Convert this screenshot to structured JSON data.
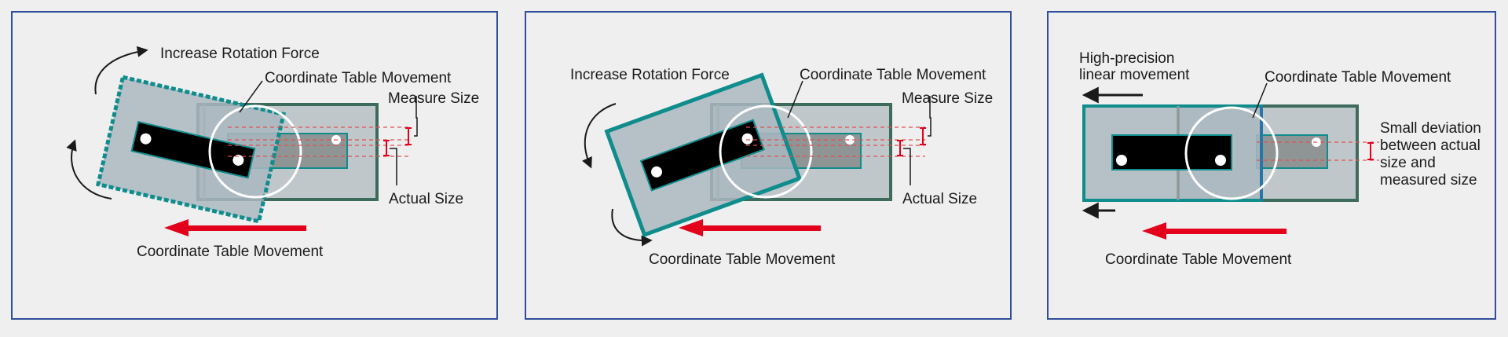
{
  "panels": [
    {
      "labels": {
        "rotation_force": "Increase Rotation Force",
        "table_movement_top": "Coordinate Table Movement",
        "measure_size": "Measure Size",
        "actual_size": "Actual Size",
        "table_movement_bottom": "Coordinate Table Movement"
      }
    },
    {
      "labels": {
        "rotation_force": "Increase Rotation Force",
        "table_movement_top": "Coordinate Table Movement",
        "measure_size": "Measure Size",
        "actual_size": "Actual Size",
        "table_movement_bottom": "Coordinate Table Movement"
      }
    },
    {
      "labels": {
        "linear_movement_line1": "High-precision",
        "linear_movement_line2": "linear movement",
        "table_movement_top": "Coordinate Table Movement",
        "deviation_line1": "Small deviation",
        "deviation_line2": "between actual",
        "deviation_line3": "size and",
        "deviation_line4": "measured size",
        "table_movement_bottom": "Coordinate Table Movement"
      }
    }
  ],
  "colors": {
    "panel_border": "#2f4f9a",
    "panel_bg": "#efefef",
    "teal": "#0f8c8c",
    "dark_green": "#3d6b5c",
    "table_fill": "#b9c4cc",
    "part": "#000000",
    "red_arrow": "#e2001a",
    "dashed": "#e05050"
  }
}
